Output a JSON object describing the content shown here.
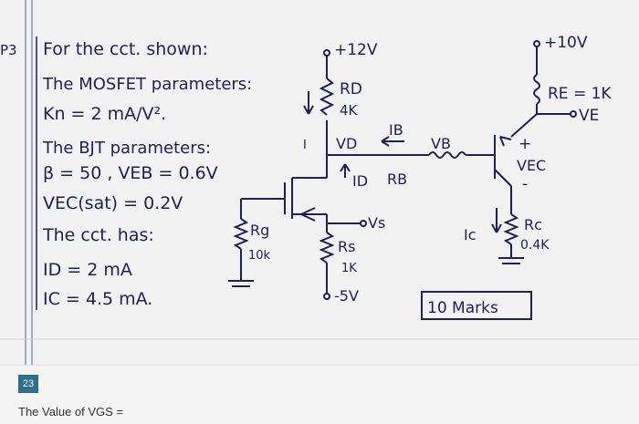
{
  "photo": {
    "problem_no": "P3",
    "notes": {
      "line1": "For the cct. shown:",
      "line2": "The MOSFET parameters:",
      "line3": "Kn = 2 mA/V².",
      "line4": "The BJT parameters:",
      "line5": "β = 50 , VEB = 0.6V",
      "line6": "VEC(sat) = 0.2V",
      "line7": "The cct. has:",
      "line8": "ID = 2 mA",
      "line9": "IC = 4.5 mA."
    },
    "circuit": {
      "vdd1": "+12V",
      "rd_name": "RD",
      "rd_val": "4K",
      "vd": "VD",
      "ib": "IB",
      "vb": "VB",
      "rb": "RB",
      "id": "ID",
      "vs": "Vs",
      "rg_name": "Rg",
      "rg_val": "10k",
      "rs_name": "Rs",
      "rs_val": "1K",
      "vss": "-5V",
      "vdd2": "+10V",
      "re": "RE = 1K",
      "ve": "VE",
      "vec_plus": "+",
      "vec": "VEC",
      "vec_minus": "-",
      "ic": "Ic",
      "rc_name": "Rc",
      "rc_val": "0.4K",
      "marks": "10 Marks",
      "i_label": "I"
    }
  },
  "quiz": {
    "question_number": "23",
    "question_text": "The Value of VGS ="
  },
  "colors": {
    "ink": "#1e1f5c",
    "paper": "#f2f2f2",
    "badge": "#2f6e8f"
  }
}
